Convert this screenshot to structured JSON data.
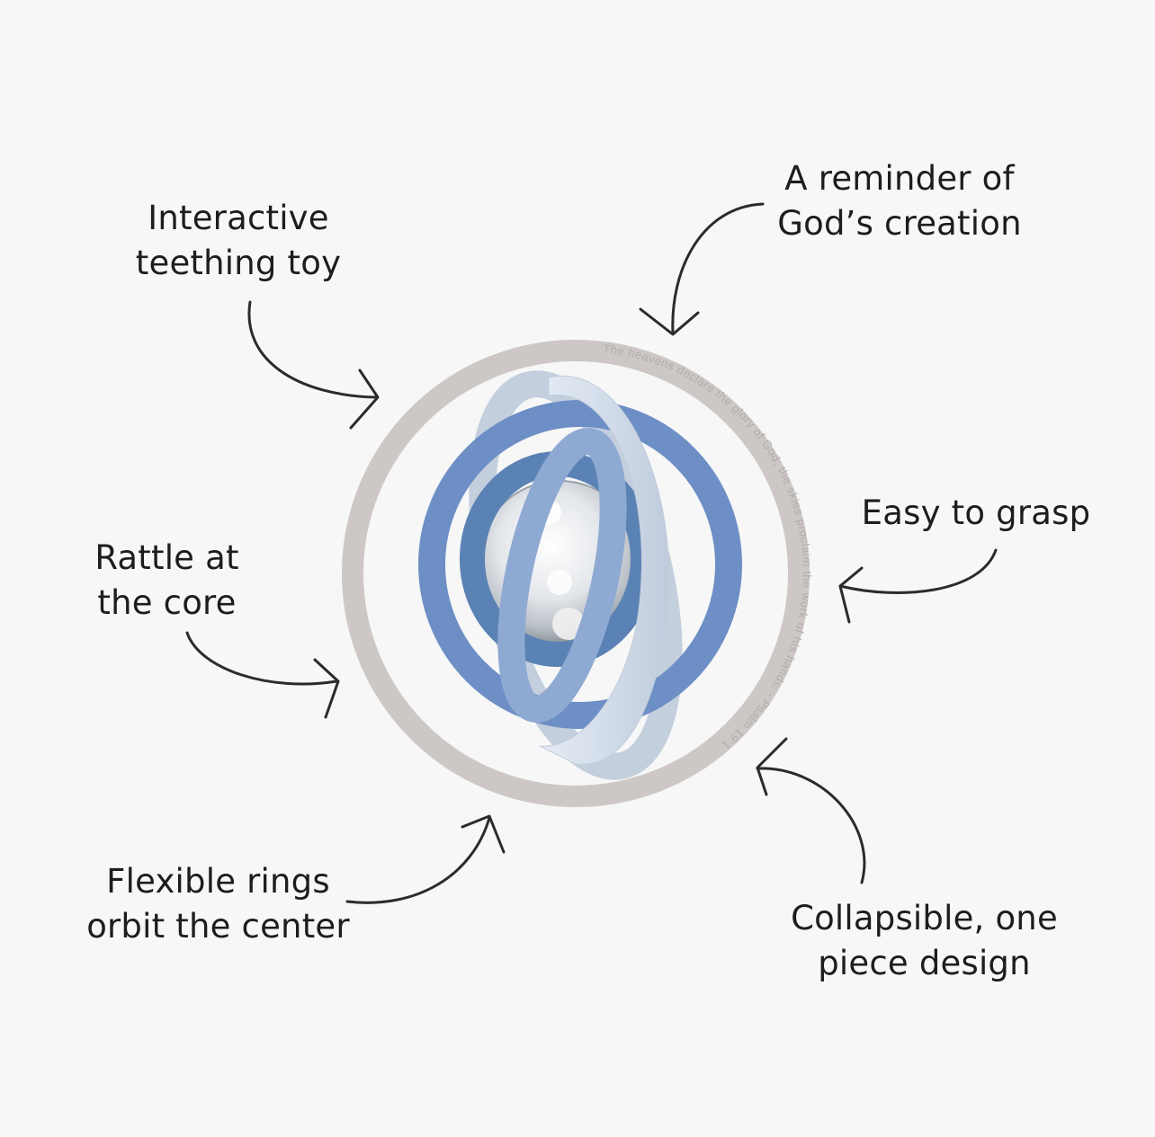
{
  "toy": {
    "inscription": "The heavens declare the glory of God; the skies proclaim the work of his hands. - Psalm 19:1"
  },
  "callouts": {
    "interactive": [
      "Interactive",
      "teething toy"
    ],
    "reminder": [
      "A reminder of",
      "God’s creation"
    ],
    "easy": [
      "Easy to grasp"
    ],
    "rattle": [
      "Rattle at",
      "the core"
    ],
    "flexible": [
      "Flexible rings",
      "orbit the center"
    ],
    "collapsible": [
      "Collapsible, one",
      "piece design"
    ]
  },
  "colors": {
    "background": "#f7f7f7",
    "outer_ring": "#cdc8c6",
    "front_ring": "#d7e0ec",
    "middle_ring": "#6d8fc5",
    "inner_ring": "#5b82b4",
    "text": "#1d1d1d"
  }
}
